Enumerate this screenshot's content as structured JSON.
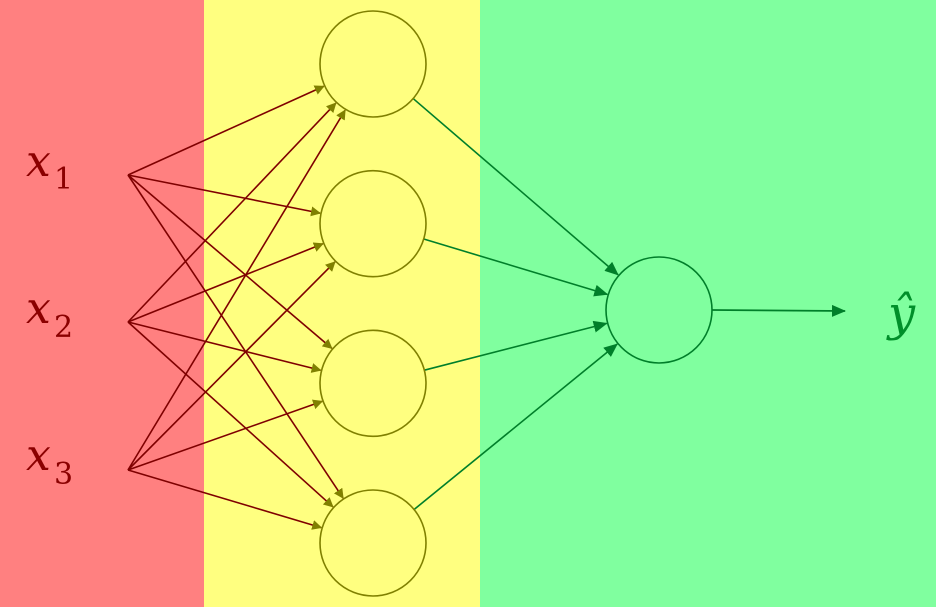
{
  "colors": {
    "input_band": "#ff8080",
    "hidden_band": "#ffff80",
    "output_band": "#80ff9f",
    "input_edge": "#7f0000",
    "hidden_edge": "#808000",
    "output_edge": "#007f2a",
    "input_text": "#8b0000",
    "output_text": "#008f2a"
  },
  "inputs": [
    {
      "symbol": "x",
      "subscript": "1"
    },
    {
      "symbol": "x",
      "subscript": "2"
    },
    {
      "symbol": "x",
      "subscript": "3"
    }
  ],
  "hidden_layer": {
    "neuron_count": 4
  },
  "output_layer": {
    "neuron_count": 1
  },
  "output_label": {
    "symbol": "ŷ"
  }
}
